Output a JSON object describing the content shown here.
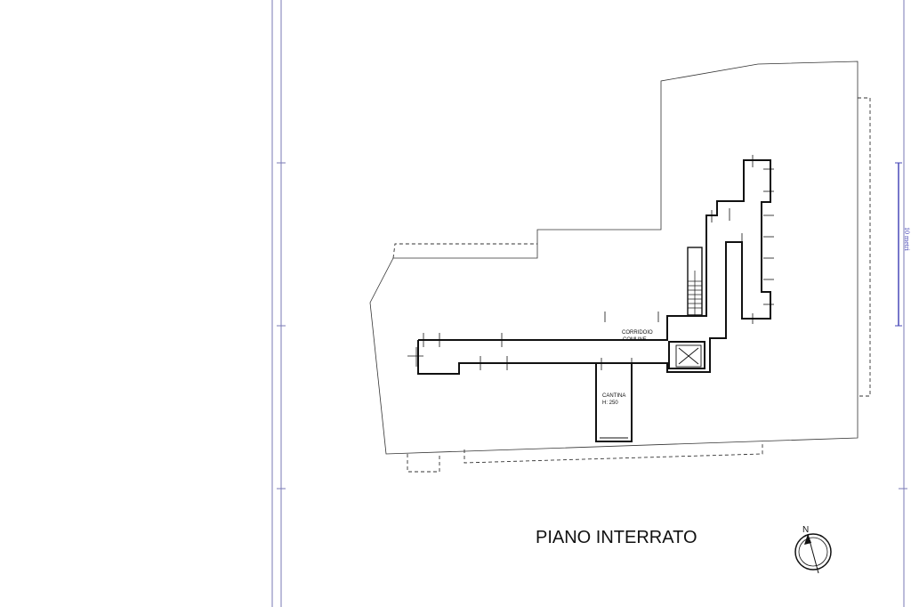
{
  "drawing": {
    "title": "PIANO INTERRATO",
    "rooms": {
      "corridor_line1": "CORRIDOIO",
      "corridor_line2": "COMUNE",
      "cellar_name": "CANTINA",
      "cellar_height": "H: 250"
    },
    "scale_bar": {
      "label": "10 metri"
    },
    "north_arrow": {
      "label": "N"
    }
  },
  "colors": {
    "sheet_border": "#7a7ab5",
    "scale_bar": "#4a4ab8",
    "lines": "#222222"
  }
}
